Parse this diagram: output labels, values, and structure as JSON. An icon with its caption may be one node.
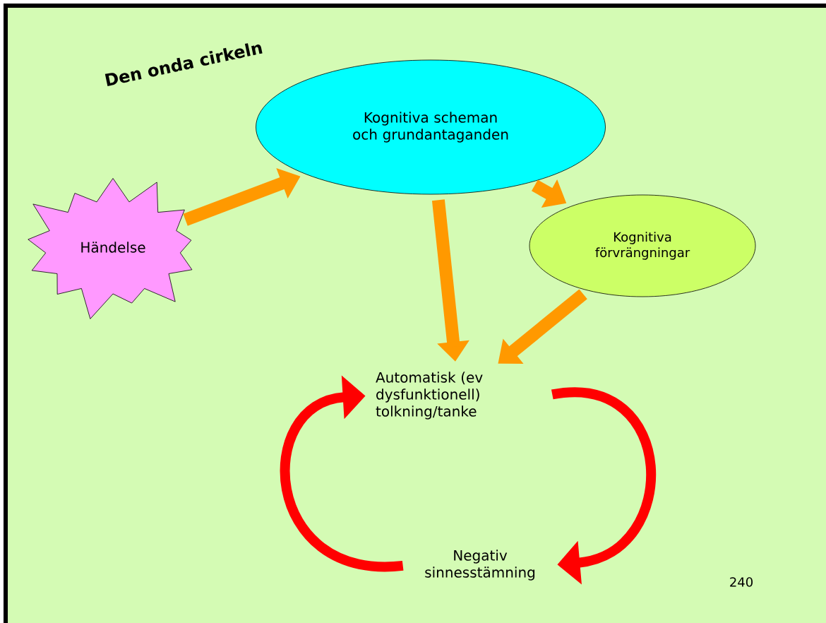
{
  "diagram": {
    "title": "Den onda cirkeln",
    "nodes": [
      {
        "text": [
          "Händelse"
        ]
      },
      {
        "text": [
          "Kognitiva scheman och grundantaganden"
        ]
      },
      {
        "text": [
          "Kognitiva förvrängningar"
        ]
      },
      {
        "text": [
          "Automatisk (ev dysfunktionell) tolkning/tanke"
        ]
      },
      {
        "text": [
          "Negativ sinnesstämning"
        ]
      }
    ],
    "edges": [
      {
        "from": 0,
        "to": 1,
        "arrow": "to"
      },
      {
        "from": 1,
        "to": 2,
        "arrow": "to"
      },
      {
        "from": 1,
        "to": 3,
        "arrow": "to"
      },
      {
        "from": 2,
        "to": 3,
        "arrow": "to"
      },
      {
        "from": 3,
        "to": 4,
        "arrow": "to",
        "color": "#ff0000"
      },
      {
        "from": 4,
        "to": 3,
        "arrow": "to",
        "color": "#ff0000"
      }
    ],
    "labels": [
      "240"
    ]
  }
}
